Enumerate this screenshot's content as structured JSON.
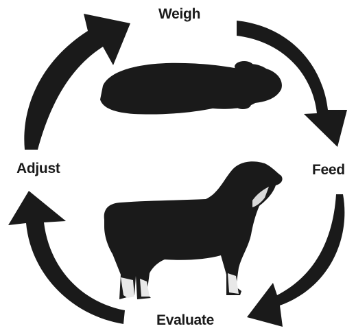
{
  "cycle": {
    "stages": {
      "weigh": "Weigh",
      "feed": "Feed",
      "evaluate": "Evaluate",
      "adjust": "Adjust"
    }
  },
  "colors": {
    "ink": "#1a1a1a",
    "background": "#ffffff"
  }
}
